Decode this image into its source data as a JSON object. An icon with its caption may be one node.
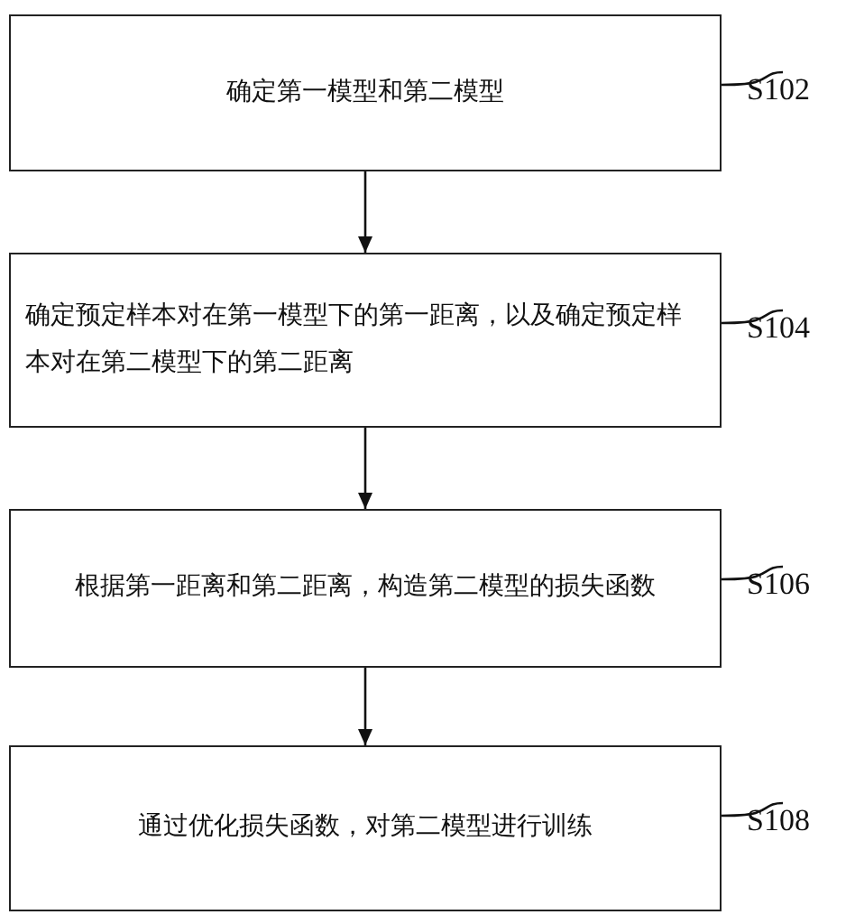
{
  "diagram": {
    "nodes": [
      {
        "text": [
          "确定第一模型和第二模型"
        ]
      },
      {
        "text": [
          "确定预定样本对在第一模型下的第一距离，以及确定预定样本对在第二模型下的第二距离"
        ]
      },
      {
        "text": [
          "根据第一距离和第二距离，构造第二模型的损失函数"
        ]
      },
      {
        "text": [
          "通过优化损失函数，对第二模型进行训练"
        ]
      },
      {
        "text": [
          "S102"
        ]
      },
      {
        "text": [
          "S104"
        ]
      },
      {
        "text": [
          "S106"
        ]
      },
      {
        "text": [
          "S108"
        ]
      }
    ],
    "edges": [
      {
        "from": 0,
        "to": 1,
        "arrow": "to"
      },
      {
        "from": 1,
        "to": 2,
        "arrow": "to"
      },
      {
        "from": 2,
        "to": 3,
        "arrow": "to"
      },
      {
        "from": 4,
        "to": 0,
        "arrow": "none"
      },
      {
        "from": 5,
        "to": 1,
        "arrow": "none"
      },
      {
        "from": 6,
        "to": 2,
        "arrow": "none"
      },
      {
        "from": 7,
        "to": 3,
        "arrow": "none"
      }
    ]
  }
}
